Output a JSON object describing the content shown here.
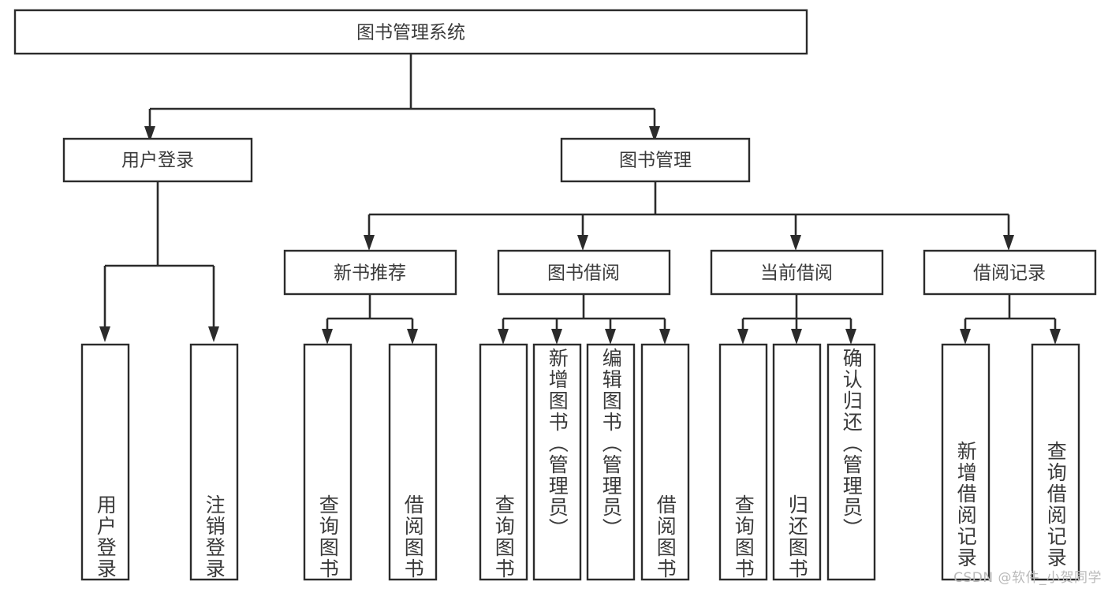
{
  "diagram": {
    "type": "tree-hierarchy",
    "title": "图书管理系统",
    "watermark": "CSDN @软件_小贺同学",
    "colors": {
      "background": "#ffffff",
      "box_fill": "#ffffff",
      "stroke": "#2b2b2b",
      "text": "#3a3a3a",
      "watermark": "#b9b9b9"
    },
    "levels": {
      "root": {
        "label": "图书管理系统"
      },
      "level2": [
        {
          "label": "用户登录"
        },
        {
          "label": "图书管理"
        }
      ],
      "level3": [
        {
          "label": "新书推荐"
        },
        {
          "label": "图书借阅"
        },
        {
          "label": "当前借阅"
        },
        {
          "label": "借阅记录"
        }
      ],
      "leaves": {
        "user_login": [
          {
            "label": "用户登录"
          },
          {
            "label": "注销登录"
          }
        ],
        "new_book_recommend": [
          {
            "label": "查询图书"
          },
          {
            "label": "借阅图书"
          }
        ],
        "book_borrow": [
          {
            "label": "查询图书"
          },
          {
            "label": "新增图书（管理员）"
          },
          {
            "label": "编辑图书（管理员）"
          },
          {
            "label": "借阅图书"
          }
        ],
        "current_borrow": [
          {
            "label": "查询图书"
          },
          {
            "label": "归还图书"
          },
          {
            "label": "确认归还（管理员）"
          }
        ],
        "borrow_record": [
          {
            "label": "新增借阅记录"
          },
          {
            "label": "查询借阅记录"
          }
        ]
      }
    },
    "edges": [
      {
        "from": "图书管理系统",
        "to": "用户登录"
      },
      {
        "from": "图书管理系统",
        "to": "图书管理"
      },
      {
        "from": "用户登录",
        "to": "用户登录"
      },
      {
        "from": "用户登录",
        "to": "注销登录"
      },
      {
        "from": "图书管理",
        "to": "新书推荐"
      },
      {
        "from": "图书管理",
        "to": "图书借阅"
      },
      {
        "from": "图书管理",
        "to": "当前借阅"
      },
      {
        "from": "图书管理",
        "to": "借阅记录"
      },
      {
        "from": "新书推荐",
        "to": "查询图书"
      },
      {
        "from": "新书推荐",
        "to": "借阅图书"
      },
      {
        "from": "图书借阅",
        "to": "查询图书"
      },
      {
        "from": "图书借阅",
        "to": "新增图书（管理员）"
      },
      {
        "from": "图书借阅",
        "to": "编辑图书（管理员）"
      },
      {
        "from": "图书借阅",
        "to": "借阅图书"
      },
      {
        "from": "当前借阅",
        "to": "查询图书"
      },
      {
        "from": "当前借阅",
        "to": "归还图书"
      },
      {
        "from": "当前借阅",
        "to": "确认归还（管理员）"
      },
      {
        "from": "借阅记录",
        "to": "新增借阅记录"
      },
      {
        "from": "借阅记录",
        "to": "查询借阅记录"
      }
    ]
  }
}
